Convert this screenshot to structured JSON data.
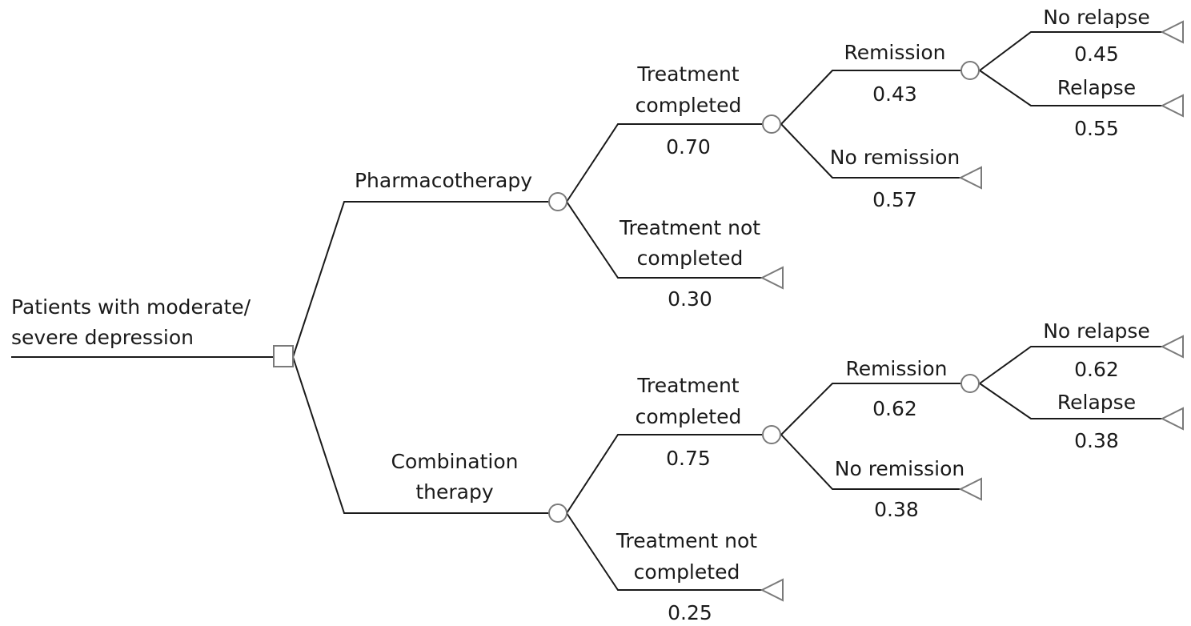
{
  "root": {
    "label_line1": "Patients with moderate/",
    "label_line2": "severe depression"
  },
  "top": {
    "branch": {
      "label_line1": "Pharmacotherapy",
      "label_line2": ""
    },
    "completed": {
      "label_line1": "Treatment",
      "label_line2": "completed",
      "prob": "0.70"
    },
    "not_completed": {
      "label_line1": "Treatment not",
      "label_line2": "completed",
      "prob": "0.30"
    },
    "remission": {
      "label": "Remission",
      "prob": "0.43"
    },
    "no_remission": {
      "label": "No remission",
      "prob": "0.57"
    },
    "no_relapse": {
      "label": "No relapse",
      "prob": "0.45"
    },
    "relapse": {
      "label": "Relapse",
      "prob": "0.55"
    }
  },
  "bottom": {
    "branch": {
      "label_line1": "Combination",
      "label_line2": "therapy"
    },
    "completed": {
      "label_line1": "Treatment",
      "label_line2": "completed",
      "prob": "0.75"
    },
    "not_completed": {
      "label_line1": "Treatment not",
      "label_line2": "completed",
      "prob": "0.25"
    },
    "remission": {
      "label": "Remission",
      "prob": "0.62"
    },
    "no_remission": {
      "label": "No remission",
      "prob": "0.38"
    },
    "no_relapse": {
      "label": "No relapse",
      "prob": "0.62"
    },
    "relapse": {
      "label": "Relapse",
      "prob": "0.38"
    }
  }
}
